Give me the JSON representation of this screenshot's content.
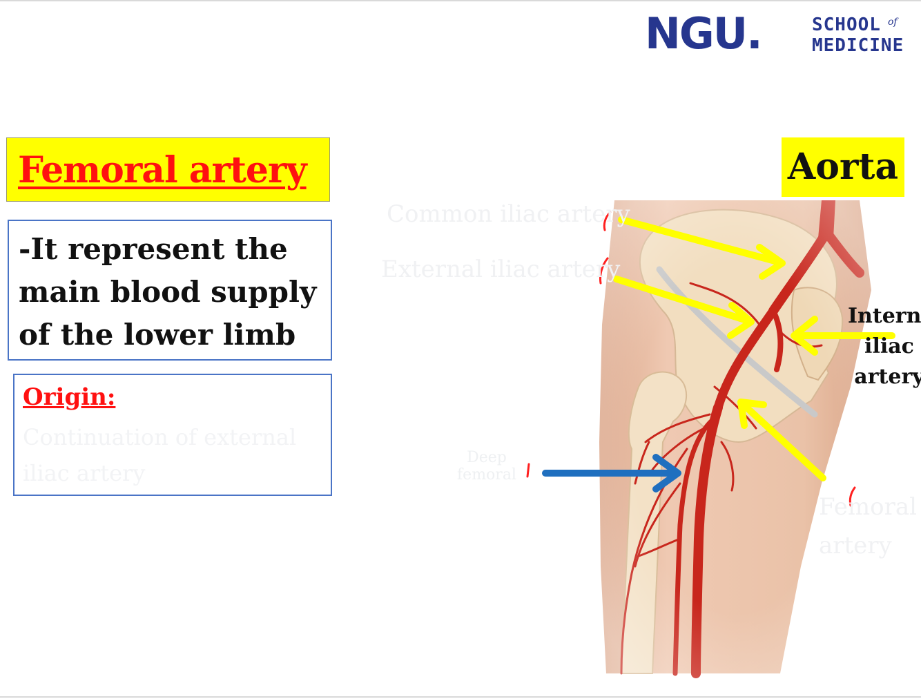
{
  "logo": {
    "ngu": "NGU.",
    "school": "SCHOOL",
    "of": "of",
    "medicine": "MEDICINE"
  },
  "title": "Femoral artery",
  "description": "-It represent the main blood supply of the lower limb",
  "origin": {
    "label": "Origin:",
    "faded_text": "Continuation of external iliac artery"
  },
  "diagram": {
    "aorta_label": "Aorta",
    "internal_iliac_label": "Internal\niliac\nartery",
    "faded_labels": {
      "common_iliac": "Common iliac artery",
      "external_iliac": "External iliac artery",
      "deep_femoral": "Deep femoral",
      "femoral": "Femoral artery"
    },
    "colors": {
      "label_highlight": "#ffff00",
      "arrow_yellow": "#ffff00",
      "arrow_blue": "#1f6fbf",
      "artery_red": "#c8261c",
      "skin": "#e8c0a6",
      "bone": "#f1dcbd"
    }
  }
}
